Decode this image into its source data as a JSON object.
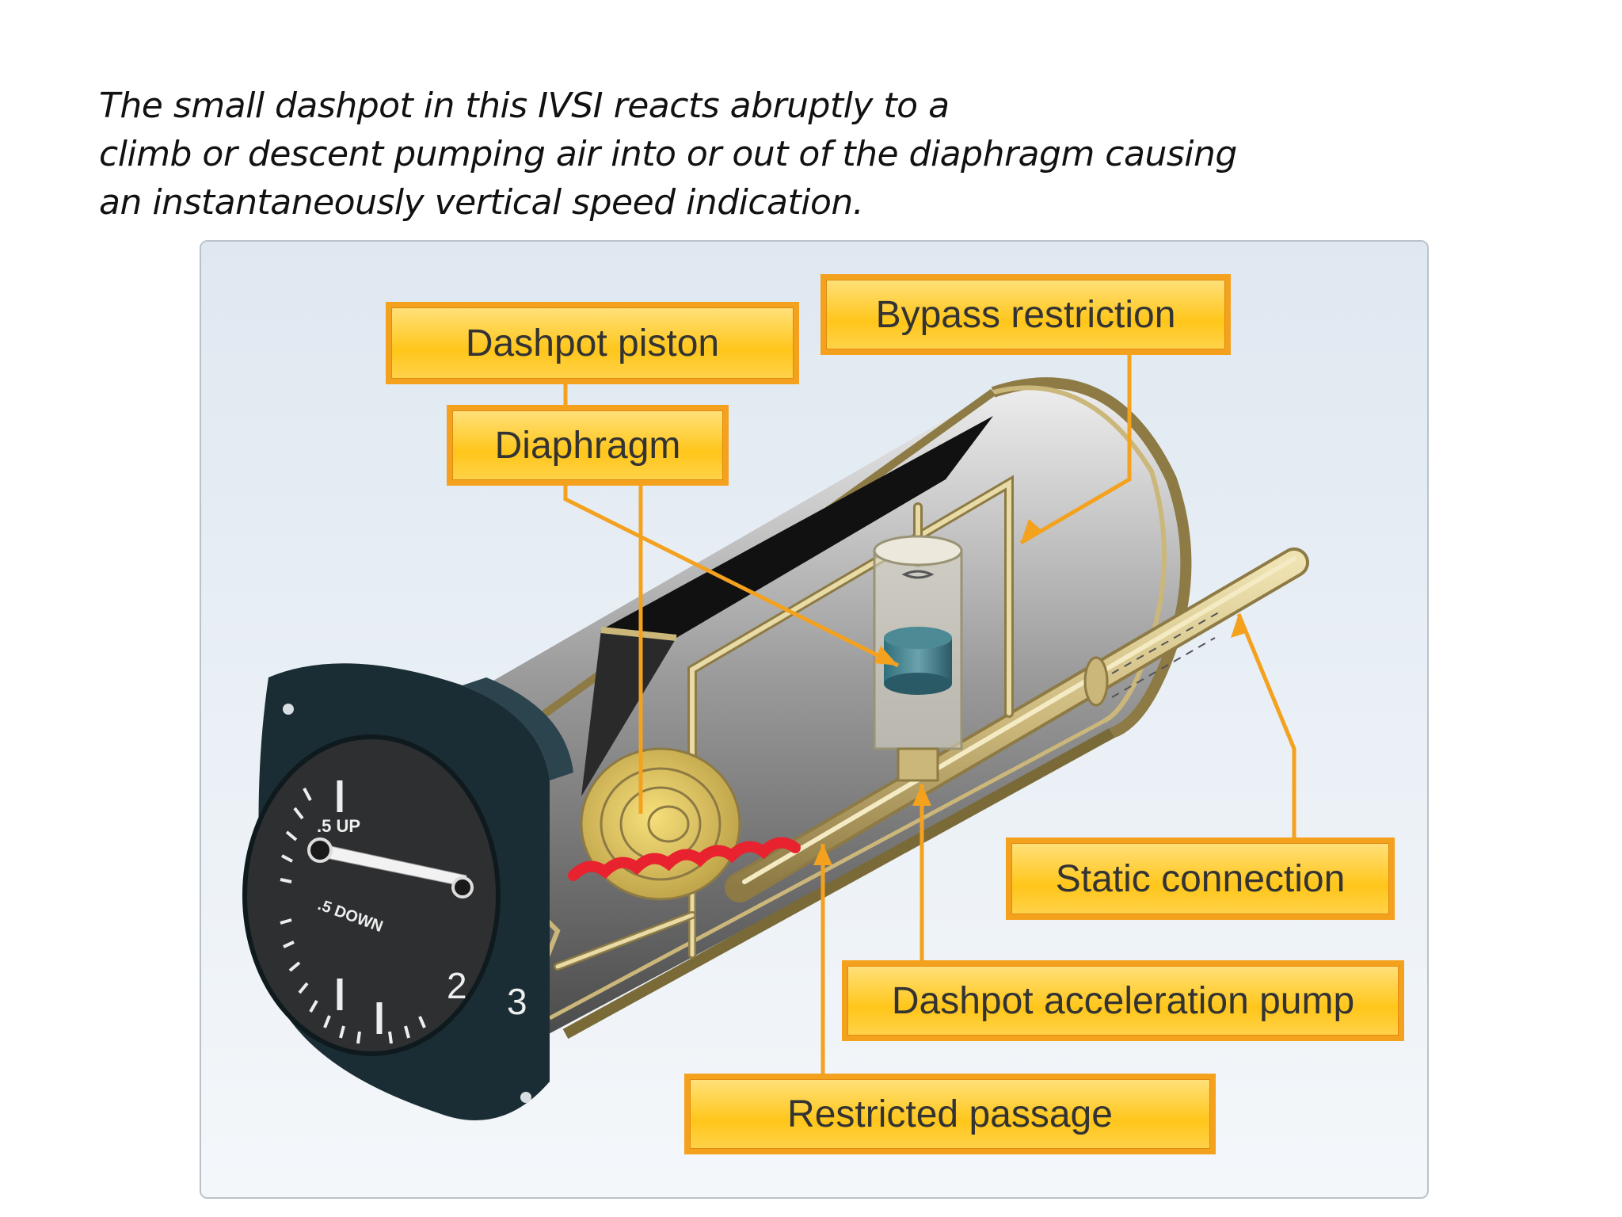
{
  "caption": {
    "line1": "The small dashpot in this IVSI reacts abruptly to a",
    "line2": "climb or descent pumping air into or out of the diaphragm causing",
    "line3": "an instantaneously vertical speed indication."
  },
  "labels": {
    "dashpot_piston": "Dashpot piston",
    "bypass_restriction": "Bypass restriction",
    "diaphragm": "Diaphragm",
    "static_connection": "Static connection",
    "dashpot_acceleration_pump": "Dashpot acceleration pump",
    "restricted_passage": "Restricted passage"
  },
  "gauge": {
    "up": ".5 UP",
    "down": ".5 DOWN",
    "two": "2",
    "three": "3"
  },
  "colors": {
    "label_fill": "#ffc61a",
    "label_border": "#f4a11e",
    "leader_line": "#f4a11e",
    "brass": "#cbb77a",
    "diaphragm_seal": "#e8222e",
    "gauge_bezel": "#1b2d34"
  }
}
